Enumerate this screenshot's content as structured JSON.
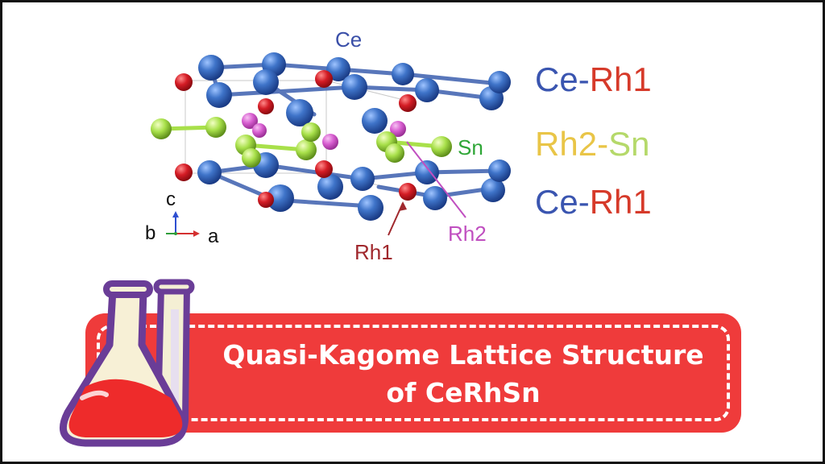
{
  "diagram": {
    "label_ce": "Ce",
    "label_sn": "Sn",
    "label_rh1": "Rh1",
    "label_rh2": "Rh2",
    "axis_c": "c",
    "axis_b": "b",
    "axis_a": "a"
  },
  "legend": [
    {
      "left": "Ce",
      "sep": "-",
      "right": "Rh1",
      "left_color": "#3a55b0",
      "sep_color": "#3a55b0",
      "right_color": "#d63a2a"
    },
    {
      "left": "Rh2",
      "sep": "-",
      "right": "Sn",
      "left_color": "#e9c547",
      "sep_color": "#e9c547",
      "right_color": "#b5d96a"
    },
    {
      "left": "Ce",
      "sep": "-",
      "right": "Rh1",
      "left_color": "#3a55b0",
      "sep_color": "#3a55b0",
      "right_color": "#d63a2a"
    }
  ],
  "colors": {
    "ce_atom": "#3f74c9",
    "rh1_atom": "#d41c25",
    "rh2_atom": "#d85fd1",
    "sn_atom": "#a8e04a",
    "banner": "#ef3b3b",
    "flask_outline": "#6a3d97"
  },
  "banner": {
    "line1": "Quasi-Kagome Lattice Structure",
    "line2": "of CeRhSn"
  },
  "icons": [
    "chemistry-flask-icon",
    "test-tube-icon"
  ]
}
